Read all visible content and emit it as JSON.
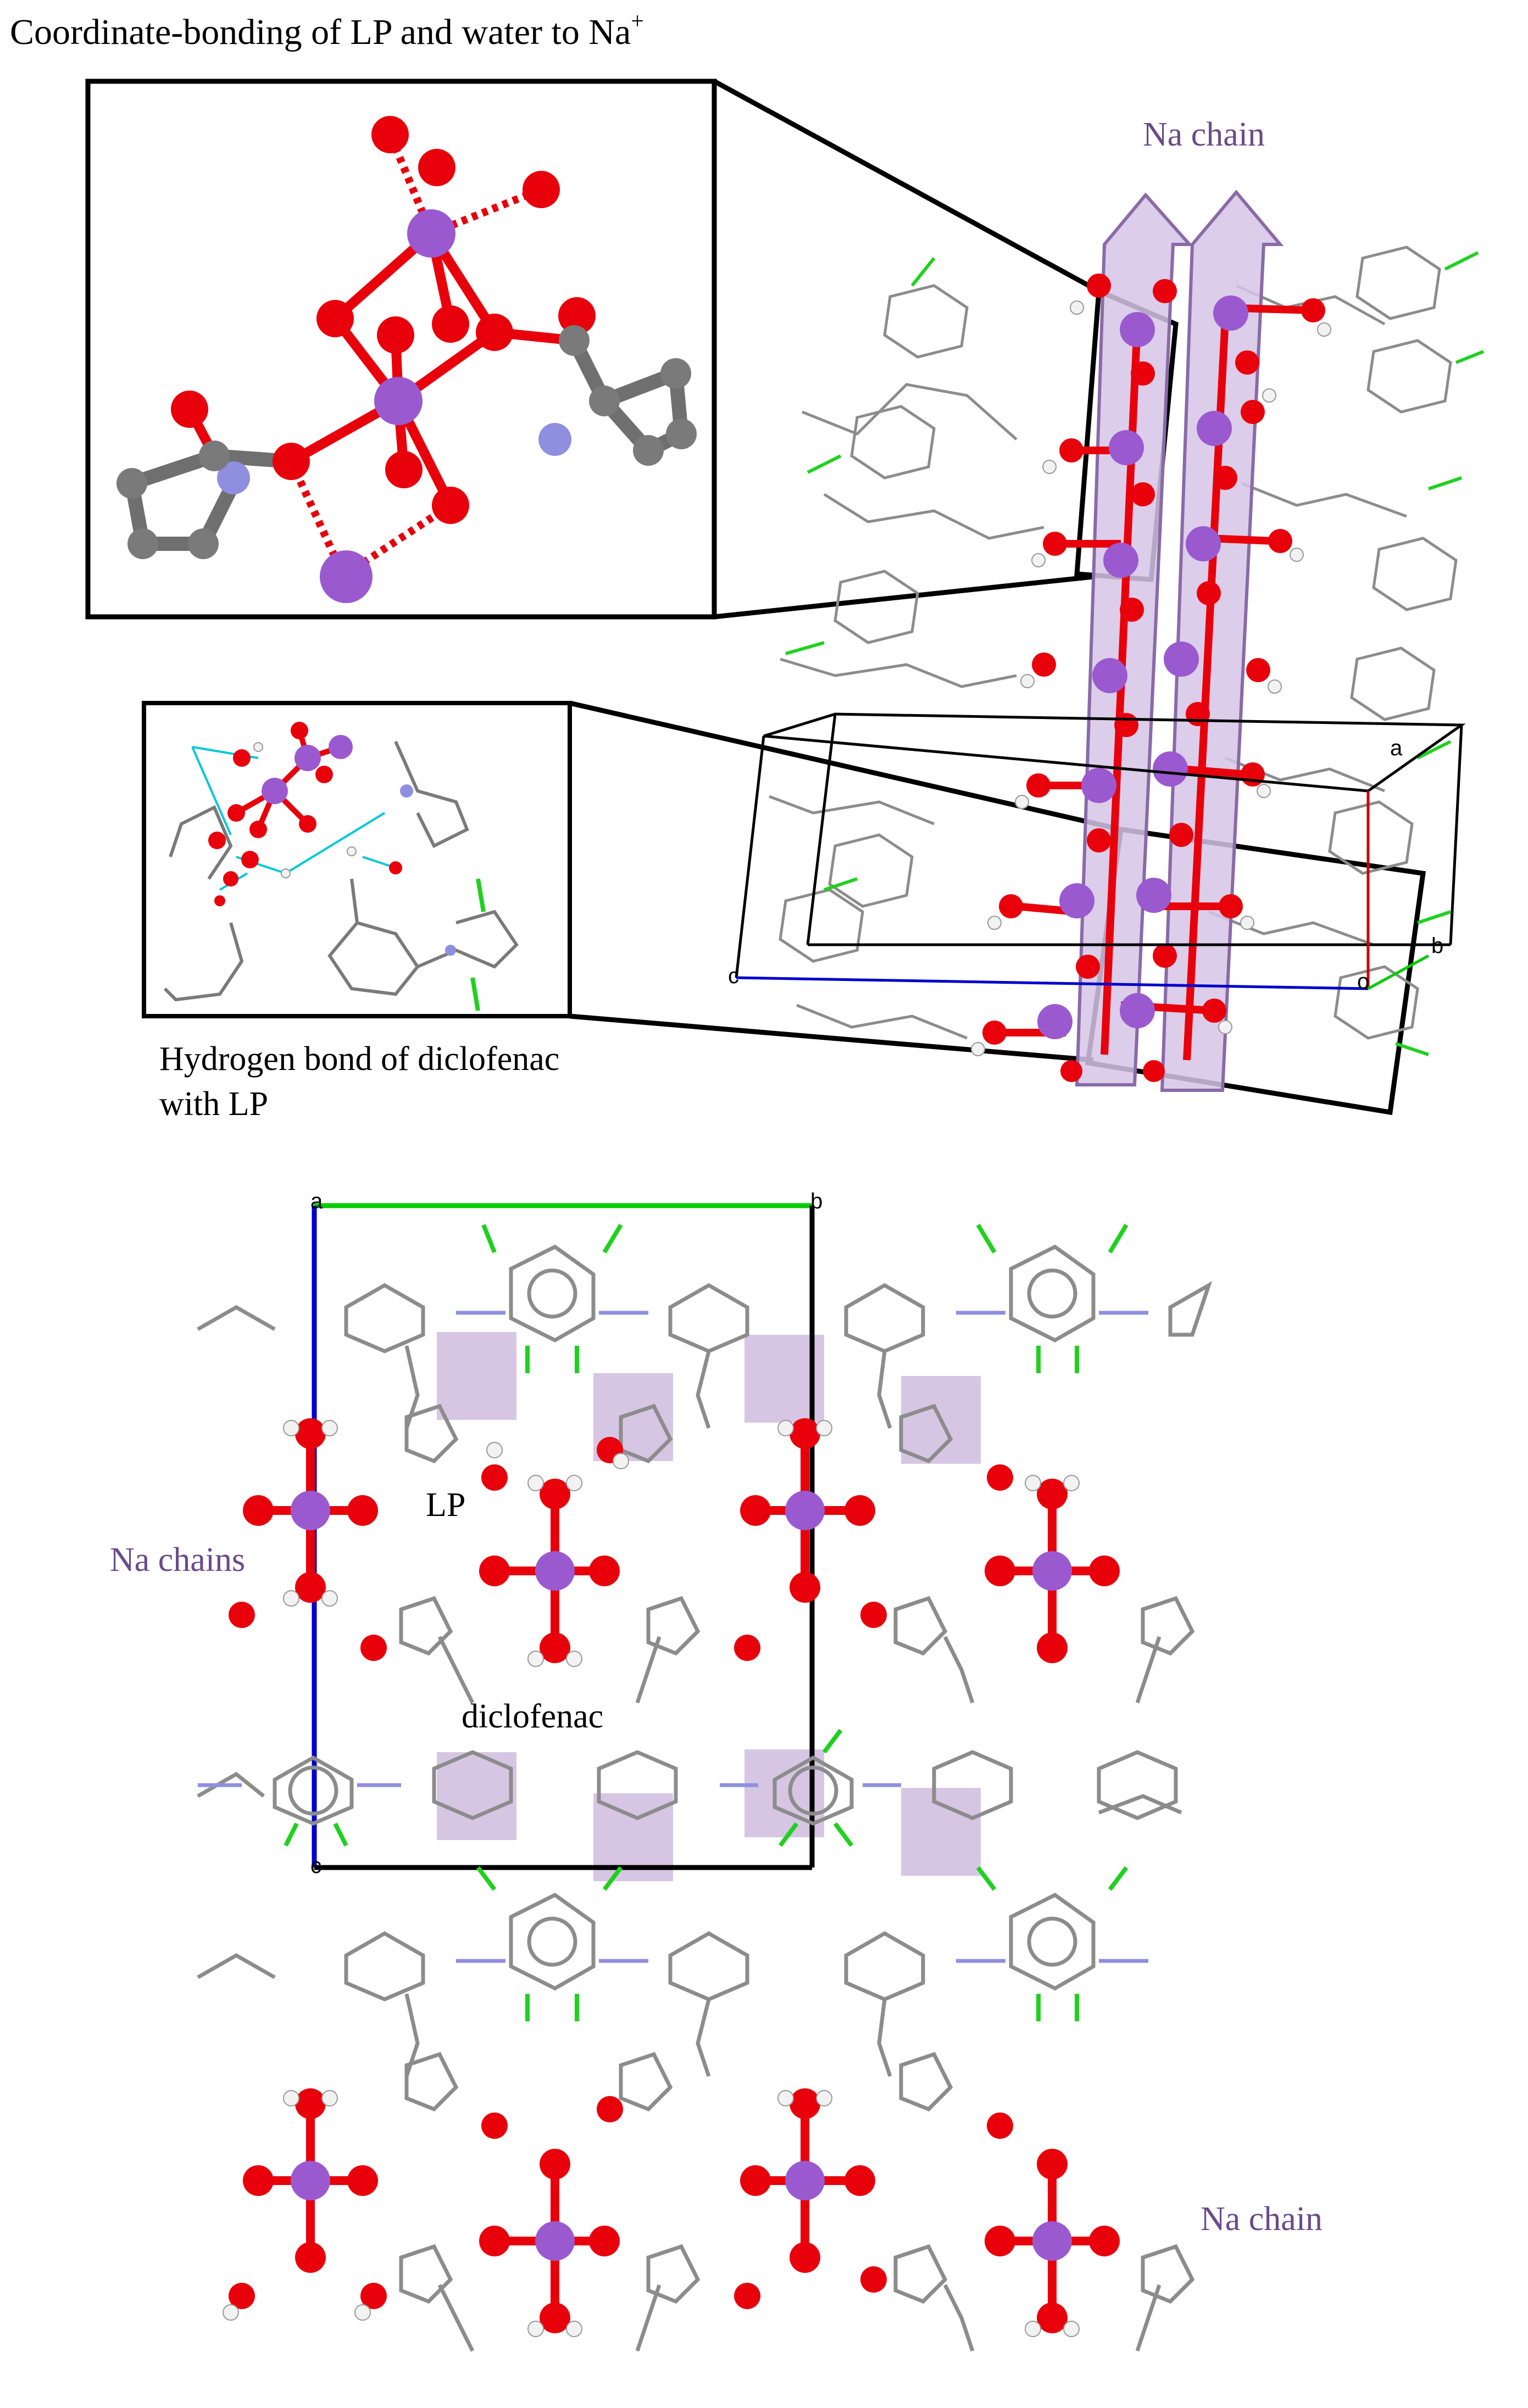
{
  "titles": {
    "top_left_title": "Coordinate-bonding of LP and water to Na",
    "top_left_title_sup": "+",
    "na_chain_top": "Na chain",
    "hbond_caption_line1": "Hydrogen bond of diclofenac",
    "hbond_caption_line2": "with LP",
    "lp_label": "LP",
    "na_chains_left": "Na chains",
    "diclofenac_label": "diclofenac",
    "na_chain_bottom": "Na chain"
  },
  "cell_axes": {
    "top_a": "a",
    "top_b": "b",
    "top_c": "c",
    "top_o": "o",
    "bottom_a": "a",
    "bottom_b": "b",
    "bottom_c": "c"
  },
  "colors": {
    "oxygen": "#e8000b",
    "sodium": "#9b59d0",
    "carbon": "#7a7a7a",
    "nitrogen": "#8f8fe0",
    "chlorine": "#1fd11f",
    "hydrogen": "#f2f2f2",
    "hbond": "#00c8d8",
    "arrow_fill": "#d6c4e6",
    "arrow_stroke": "#8a6aa6",
    "highlight": "#cdb8dc",
    "label_purple": "#6a4a8a",
    "axis_a": "#cc0000",
    "axis_b": "#00cc00",
    "axis_c": "#0000cc"
  }
}
